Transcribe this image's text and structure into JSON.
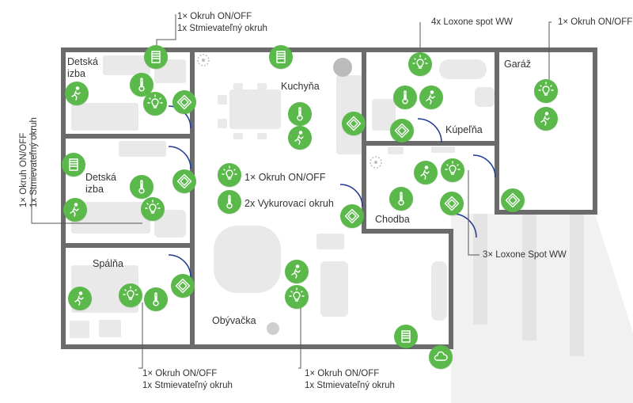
{
  "rooms": {
    "detska1_line1": "Detská",
    "detska1_line2": "izba",
    "detska2_line1": "Detská",
    "detska2_line2": "izba",
    "spalna": "Spálňa",
    "kuchyna": "Kuchyňa",
    "obyvacka": "Obývačka",
    "kupelna": "Kúpeľňa",
    "chodba": "Chodba",
    "garaz": "Garáž"
  },
  "callouts": {
    "top_kids": [
      "1× Okruh ON/OFF",
      "1x Stmievateľný okruh"
    ],
    "left_kids": [
      "1× Okruh ON/OFF",
      "1x Stmievateľný okruh"
    ],
    "bottom_bedroom": [
      "1× Okruh ON/OFF",
      "1x Stmievateľný okruh"
    ],
    "bottom_living": [
      "1× Okruh ON/OFF",
      "1x Stmievateľný okruh"
    ],
    "bathroom_spots": "4x Loxone spot WW",
    "garage": "1× Okruh ON/OFF",
    "hallway_spots": "3× Loxone Spot WW"
  },
  "legend": {
    "light": "1× Okruh ON/OFF",
    "heating": "2x Vykurovací okruh"
  },
  "colors": {
    "icon_green": "#5ab94a",
    "wall": "#6b6b6b",
    "furniture": "#e6e6e6",
    "door": "#1f3a93"
  },
  "icon_names": [
    "motion-sensor-icon",
    "thermometer-icon",
    "light-bulb-icon",
    "switch-icon",
    "blinds-icon",
    "smoke-detector-icon",
    "weather-station-icon"
  ]
}
